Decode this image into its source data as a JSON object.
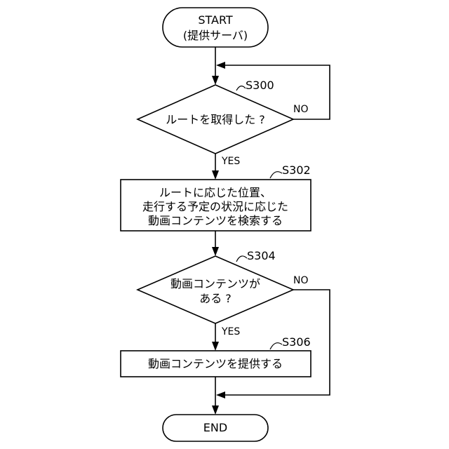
{
  "start": {
    "line1": "START",
    "line2": "(提供サーバ)"
  },
  "s300": {
    "label": "S300",
    "text": "ルートを取得した ?",
    "no": "NO",
    "yes": "YES"
  },
  "s302": {
    "label": "S302",
    "line1": "ルートに応じた位置、",
    "line2": "走行する予定の状況に応じた",
    "line3": "動画コンテンツを検索する"
  },
  "s304": {
    "label": "S304",
    "line1": "動画コンテンツが",
    "line2": "ある ?",
    "no": "NO",
    "yes": "YES"
  },
  "s306": {
    "label": "S306",
    "text": "動画コンテンツを提供する"
  },
  "end": {
    "text": "END"
  }
}
